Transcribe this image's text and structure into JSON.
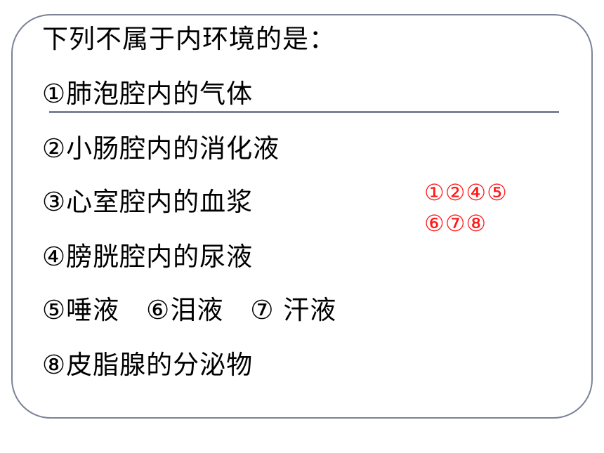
{
  "question": {
    "title": "下列不属于内环境的是：",
    "items": [
      "①肺泡腔内的气体",
      "②小肠腔内的消化液",
      "③心室腔内的血浆",
      "④膀胱腔内的尿液",
      "⑤唾液　⑥泪液　⑦ 汗液",
      "⑧皮脂腺的分泌物"
    ]
  },
  "answer": {
    "line1": "①②④⑤",
    "line2": "⑥⑦⑧",
    "color": "#ff1a1a"
  },
  "style": {
    "border_color": "#7a8397",
    "text_color": "#000000"
  }
}
